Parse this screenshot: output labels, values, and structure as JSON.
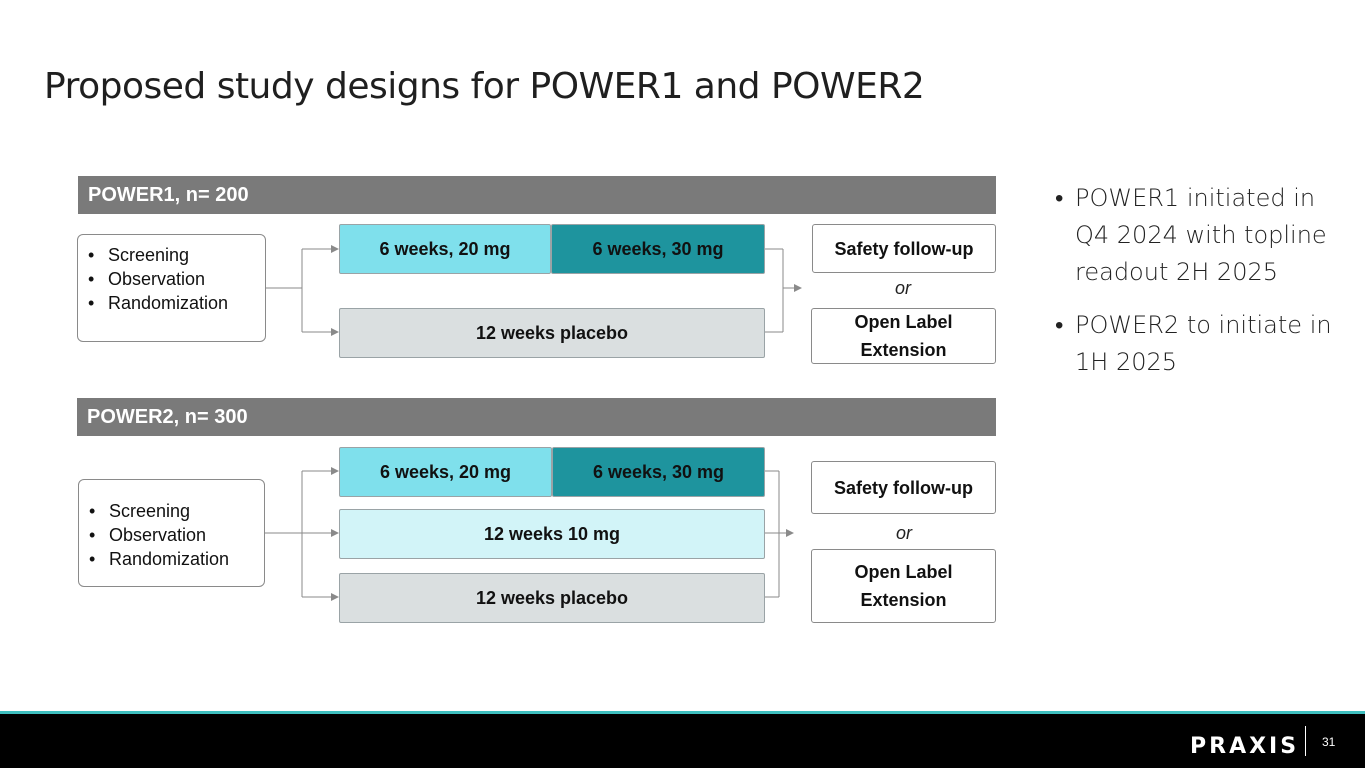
{
  "title": "Proposed study designs for POWER1 and POWER2",
  "power1": {
    "header": "POWER1,  n= 200",
    "screening": [
      "Screening",
      "Observation",
      "Randomization"
    ],
    "arm_a_first": "6 weeks, 20 mg",
    "arm_a_second": "6 weeks, 30 mg",
    "placebo": "12 weeks placebo",
    "outcome_1": "Safety follow-up",
    "or": "or",
    "outcome_2": "Open Label Extension"
  },
  "power2": {
    "header": "POWER2,  n= 300",
    "screening": [
      "Screening",
      "Observation",
      "Randomization"
    ],
    "arm_a_first": "6 weeks, 20 mg",
    "arm_a_second": "6 weeks, 30 mg",
    "arm_b": "12 weeks 10 mg",
    "placebo": "12 weeks placebo",
    "outcome_1": "Safety follow-up",
    "or": "or",
    "outcome_2": "Open Label Extension"
  },
  "bullets": [
    "POWER1 initiated in Q4 2024 with topline readout 2H 2025",
    "POWER2 to initiate in 1H 2025"
  ],
  "footer": {
    "logo": "PRAXIS",
    "page": "31"
  },
  "colors": {
    "dose_20mg": "#7fe0ec",
    "dose_30mg": "#1e949e",
    "dose_10mg": "#d2f4f8",
    "placebo": "#dadfe0",
    "header_bar": "#7a7a7a",
    "footer_accent": "#3fbfbf"
  }
}
